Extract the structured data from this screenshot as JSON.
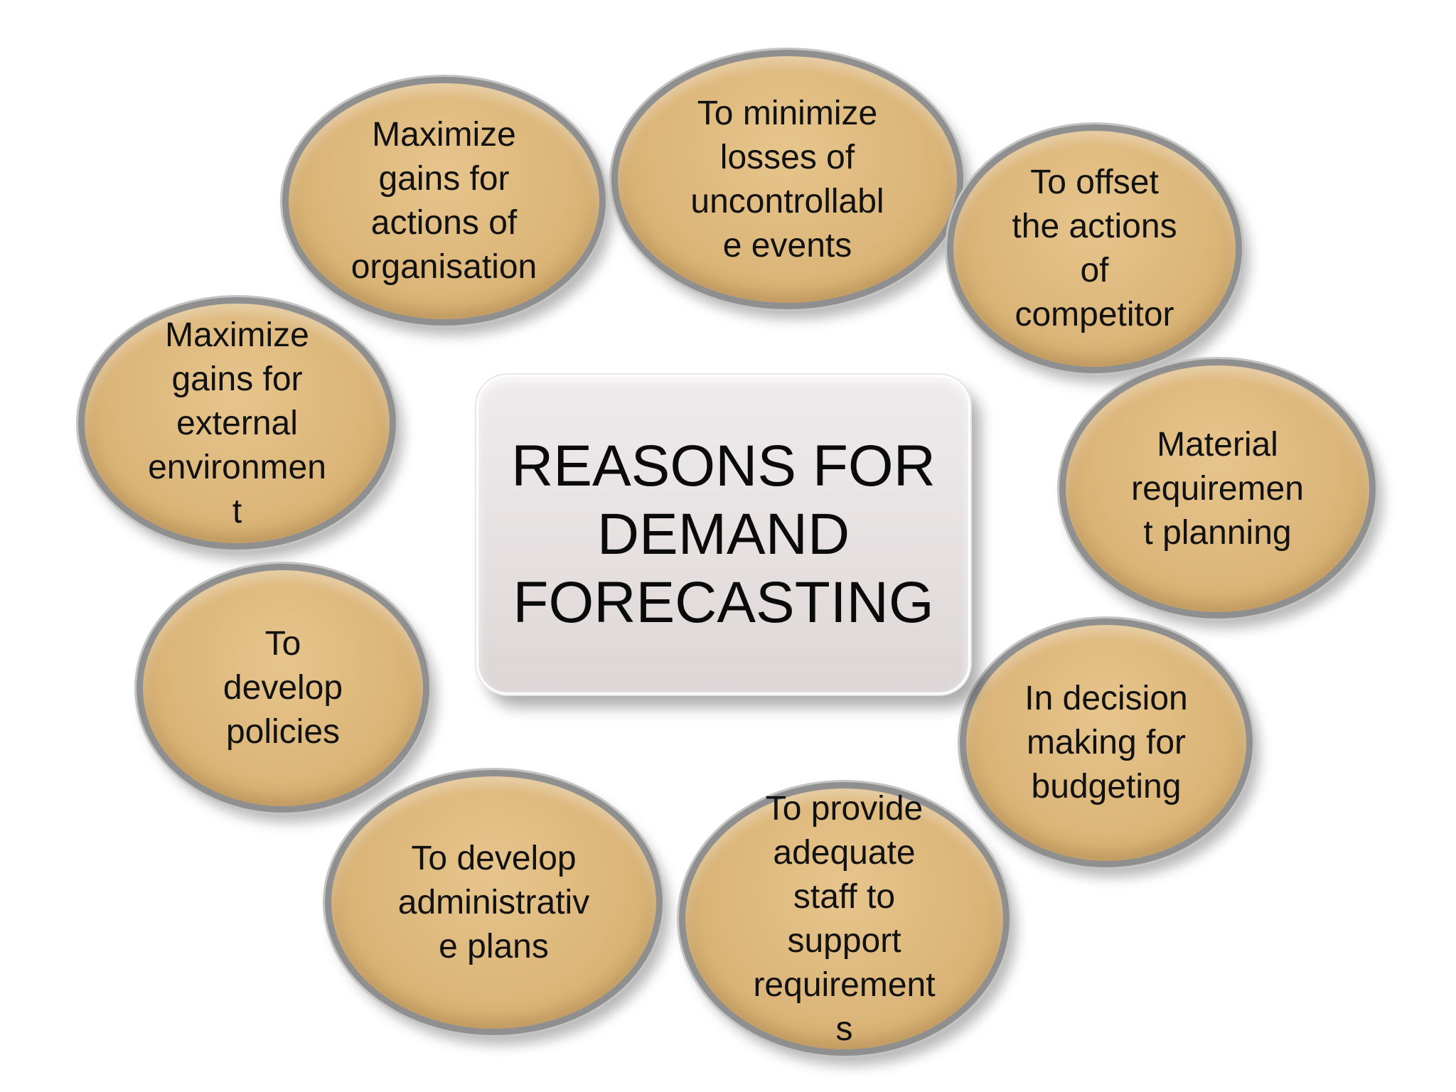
{
  "diagram": {
    "title": "REASONS FOR\nDEMAND\nFORECASTING",
    "reasons": [
      "Maximize\ngains for\nactions of\norganisation",
      "To minimize\nlosses of\nuncontrollabl\ne events",
      "To offset\nthe actions\nof\ncompetitor",
      "Maximize\ngains for\nexternal\nenvironmen\nt",
      "Material\nrequiremen\nt planning",
      "To\ndevelop\npolicies",
      "In decision\nmaking for\nbudgeting",
      "To develop\nadministrativ\ne plans",
      "To provide\nadequate\nstaff to\nsupport\nrequirement\ns"
    ],
    "colors": {
      "ellipse_fill": "#dcb67a",
      "ellipse_border": "#8f8f8f",
      "center_fill": "#e5dfe0",
      "text": "#111111"
    }
  }
}
